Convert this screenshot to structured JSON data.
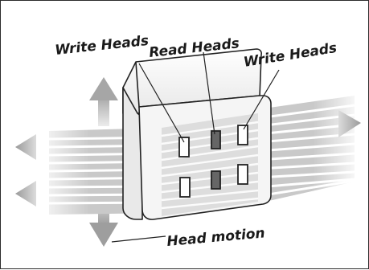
{
  "diagram": {
    "labels": {
      "write_heads_left": "Write Heads",
      "read_heads": "Read Heads",
      "write_heads_right": "Write Heads",
      "head_motion": "Head motion"
    },
    "colors": {
      "tape_gray": "#c6c6c6",
      "tape_white": "#ffffff",
      "arrow_gray": "#b3b3b3",
      "head_outline": "#222222",
      "read_head_fill": "#666666",
      "write_head_fill": "#ffffff",
      "head_body_fill": "#f7f7f7"
    }
  }
}
